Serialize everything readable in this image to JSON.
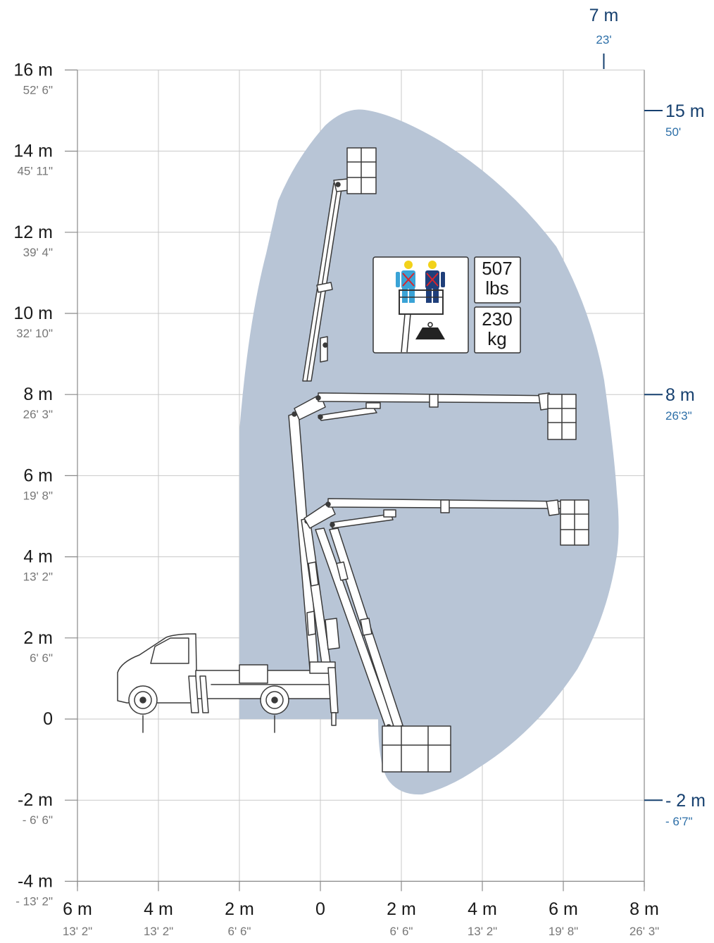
{
  "colors": {
    "envelope": "#b8c5d6",
    "grid": "#c8c8c8",
    "axis": "#8a8a8a",
    "boom": "#3a3a3a",
    "accent_dark": "#16406f",
    "accent_light": "#2d6fa8",
    "worker_light": "#3aa3d6",
    "worker_dark": "#1f3f7a",
    "helmet": "#f2d21a",
    "cross": "#d9232a"
  },
  "axes": {
    "y": [
      {
        "value": 16,
        "label": "16 m",
        "sub": "52' 6\""
      },
      {
        "value": 14,
        "label": "14 m",
        "sub": "45' 11\""
      },
      {
        "value": 12,
        "label": "12 m",
        "sub": "39' 4\""
      },
      {
        "value": 10,
        "label": "10 m",
        "sub": "32' 10\""
      },
      {
        "value": 8,
        "label": "8 m",
        "sub": "26' 3\""
      },
      {
        "value": 6,
        "label": "6 m",
        "sub": "19' 8\""
      },
      {
        "value": 4,
        "label": "4 m",
        "sub": "13' 2\""
      },
      {
        "value": 2,
        "label": "2 m",
        "sub": "6' 6\""
      },
      {
        "value": 0,
        "label": "0",
        "sub": ""
      },
      {
        "value": -2,
        "label": "-2 m",
        "sub": "- 6' 6\""
      },
      {
        "value": -4,
        "label": "-4 m",
        "sub": "- 13' 2\""
      }
    ],
    "x": [
      {
        "value": -6,
        "label": "6 m",
        "sub": "13' 2\""
      },
      {
        "value": -4,
        "label": "4 m",
        "sub": "13' 2\""
      },
      {
        "value": -2,
        "label": "2 m",
        "sub": "6' 6\""
      },
      {
        "value": 0,
        "label": "0",
        "sub": ""
      },
      {
        "value": 2,
        "label": "2 m",
        "sub": "6' 6\""
      },
      {
        "value": 4,
        "label": "4 m",
        "sub": "13' 2\""
      },
      {
        "value": 6,
        "label": "6 m",
        "sub": "19' 8\""
      },
      {
        "value": 8,
        "label": "8 m",
        "sub": "26' 3\""
      }
    ]
  },
  "markers": {
    "top": {
      "value": 7,
      "label": "7 m",
      "sub": "23'"
    },
    "right": [
      {
        "value": 15,
        "label": "15 m",
        "sub": "50'"
      },
      {
        "value": 8,
        "label": "8 m",
        "sub": "26'3\""
      },
      {
        "value": -2,
        "label": "- 2 m",
        "sub": "- 6'7\""
      }
    ]
  },
  "capacity": {
    "lbs_value": "507",
    "lbs_unit": "lbs",
    "kg_value": "230",
    "kg_unit": "kg"
  }
}
